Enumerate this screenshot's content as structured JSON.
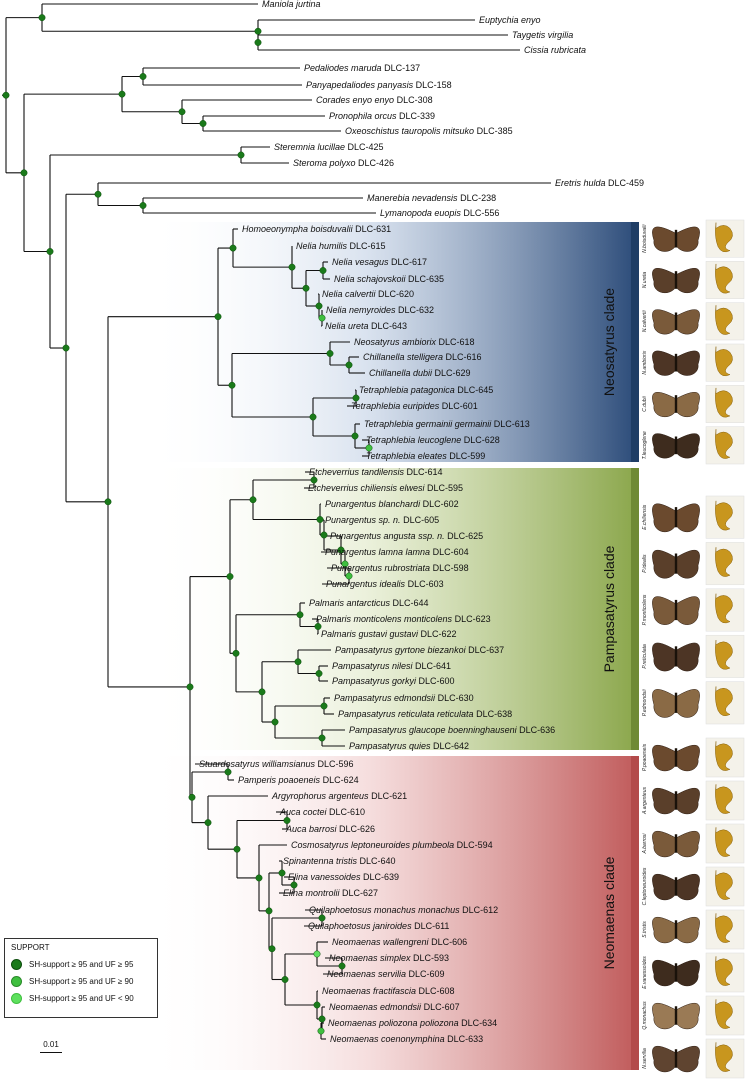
{
  "tips": [
    {
      "genus": "Maniola jurtina",
      "code": ""
    },
    {
      "genus": "Euptychia enyo",
      "code": ""
    },
    {
      "genus": "Taygetis virgilia",
      "code": ""
    },
    {
      "genus": "Cissia rubricata",
      "code": ""
    },
    {
      "genus": "Pedaliodes maruda",
      "code": "DLC-137"
    },
    {
      "genus": "Panyapedaliodes panyasis",
      "code": "DLC-158"
    },
    {
      "genus": "Corades enyo enyo",
      "code": "DLC-308"
    },
    {
      "genus": "Pronophila orcus",
      "code": "DLC-339"
    },
    {
      "genus": "Oxeoschistus tauropolis mitsuko",
      "code": "DLC-385"
    },
    {
      "genus": "Steremnia lucillae",
      "code": "DLC-425"
    },
    {
      "genus": "Steroma polyxo",
      "code": "DLC-426"
    },
    {
      "genus": "Eretris hulda",
      "code": "DLC-459"
    },
    {
      "genus": "Manerebia nevadensis",
      "code": "DLC-238"
    },
    {
      "genus": "Lymanopoda euopis",
      "code": "DLC-556"
    },
    {
      "genus": "Homoeonympha boisduvalii",
      "code": "DLC-631"
    },
    {
      "genus": "Nelia humilis",
      "code": "DLC-615"
    },
    {
      "genus": "Nelia vesagus",
      "code": "DLC-617"
    },
    {
      "genus": "Nelia schajovskoii",
      "code": "DLC-635"
    },
    {
      "genus": "Nelia calvertii",
      "code": "DLC-620"
    },
    {
      "genus": "Nelia nemyroides",
      "code": "DLC-632"
    },
    {
      "genus": "Nelia ureta",
      "code": "DLC-643"
    },
    {
      "genus": "Neosatyrus ambiorix",
      "code": "DLC-618"
    },
    {
      "genus": "Chillanella stelligera",
      "code": "DLC-616"
    },
    {
      "genus": "Chillanella dubii",
      "code": "DLC-629"
    },
    {
      "genus": "Tetraphlebia patagonica",
      "code": "DLC-645"
    },
    {
      "genus": "Tetraphlebia euripides",
      "code": "DLC-601"
    },
    {
      "genus": "Tetraphlebia germainii germainii",
      "code": "DLC-613"
    },
    {
      "genus": "Tetraphlebia leucoglene",
      "code": "DLC-628"
    },
    {
      "genus": "Tetraphlebia eleates",
      "code": "DLC-599"
    },
    {
      "genus": "Etcheverrius tandilensis",
      "code": "DLC-614"
    },
    {
      "genus": "Etcheverrius chiliensis elwesi",
      "code": "DLC-595"
    },
    {
      "genus": "Punargentus blanchardi",
      "code": "DLC-602"
    },
    {
      "genus": "Punargentus sp. n.",
      "code": "DLC-605"
    },
    {
      "genus": "Punargentus angusta ssp. n.",
      "code": "DLC-625"
    },
    {
      "genus": "Punargentus lamna lamna",
      "code": "DLC-604"
    },
    {
      "genus": "Punargentus rubrostriata",
      "code": "DLC-598"
    },
    {
      "genus": "Punargentus idealis",
      "code": "DLC-603"
    },
    {
      "genus": "Palmaris antarcticus",
      "code": "DLC-644"
    },
    {
      "genus": "Palmaris monticolens monticolens",
      "code": "DLC-623"
    },
    {
      "genus": "Palmaris gustavi gustavi",
      "code": "DLC-622"
    },
    {
      "genus": "Pampasatyrus gyrtone biezankoi",
      "code": "DLC-637"
    },
    {
      "genus": "Pampasatyrus nilesi",
      "code": "DLC-641"
    },
    {
      "genus": "Pampasatyrus gorkyi",
      "code": "DLC-600"
    },
    {
      "genus": "Pampasatyrus edmondsii",
      "code": "DLC-630"
    },
    {
      "genus": "Pampasatyrus reticulata reticulata",
      "code": "DLC-638"
    },
    {
      "genus": "Pampasatyrus glaucope boenninghauseni",
      "code": "DLC-636"
    },
    {
      "genus": "Pampasatyrus quies",
      "code": "DLC-642"
    },
    {
      "genus": "Stuardosatyrus williamsianus",
      "code": "DLC-596"
    },
    {
      "genus": "Pamperis poaoeneis",
      "code": "DLC-624"
    },
    {
      "genus": "Argyrophorus argenteus",
      "code": "DLC-621"
    },
    {
      "genus": "Auca coctei",
      "code": "DLC-610"
    },
    {
      "genus": "Auca barrosi",
      "code": "DLC-626"
    },
    {
      "genus": "Cosmosatyrus leptoneuroides plumbeola",
      "code": "DLC-594"
    },
    {
      "genus": "Spinantenna tristis",
      "code": "DLC-640"
    },
    {
      "genus": "Elina vanessoides",
      "code": "DLC-639"
    },
    {
      "genus": "Elina montrolii",
      "code": "DLC-627"
    },
    {
      "genus": "Quilaphoetosus monachus monachus",
      "code": "DLC-612"
    },
    {
      "genus": "Quilaphoetosus janiroides",
      "code": "DLC-611"
    },
    {
      "genus": "Neomaenas wallengreni",
      "code": "DLC-606"
    },
    {
      "genus": "Neomaenas simplex",
      "code": "DLC-593"
    },
    {
      "genus": "Neomaenas servilia",
      "code": "DLC-609"
    },
    {
      "genus": "Neomaenas fractifascia",
      "code": "DLC-608"
    },
    {
      "genus": "Neomaenas edmondsii",
      "code": "DLC-607"
    },
    {
      "genus": "Neomaenas poliozona poliozona",
      "code": "DLC-634"
    },
    {
      "genus": "Neomaenas coenonymphina",
      "code": "DLC-633"
    }
  ],
  "clades": [
    {
      "label": "Neosatyrus clade",
      "color": "#1f3e66"
    },
    {
      "label": "Pampasatyrus clade",
      "color": "#7f9a3a"
    },
    {
      "label": "Neomaenas clade",
      "color": "#b34a4a"
    }
  ],
  "thumbnails": {
    "neosatyrus": [
      "N.boisduvalii",
      "N.ureta",
      "N.calvertii",
      "N.ambiorix",
      "C.dubii",
      "T.leucoglene"
    ],
    "pampasatyrus": [
      "E.chiliensis",
      "P.idealis",
      "P.monticolens",
      "P.reticulata",
      "P.edmondsii"
    ],
    "neomaenas": [
      "P.poaoeneis",
      "A.argenteus",
      "A.barrosi",
      "C.leptoneuroides",
      "S.tristis",
      "E.vanessoides",
      "Q.monachus",
      "N.servilia"
    ]
  },
  "legend": {
    "title": "SUPPORT",
    "items": [
      {
        "label": "SH-support ≥ 95 and UF ≥ 95",
        "color": "#1a7a1a"
      },
      {
        "label": "SH-support ≥ 95 and UF ≥ 90",
        "color": "#3fbf3f"
      },
      {
        "label": "SH-support ≥ 95 and UF < 90",
        "color": "#5ee05e"
      }
    ]
  },
  "scale_bar": {
    "label": "0.01"
  },
  "colors": {
    "node_strong": "#1a7a1a",
    "node_medium": "#3fbf3f",
    "node_weak": "#5ee05e",
    "branch": "#111111"
  }
}
